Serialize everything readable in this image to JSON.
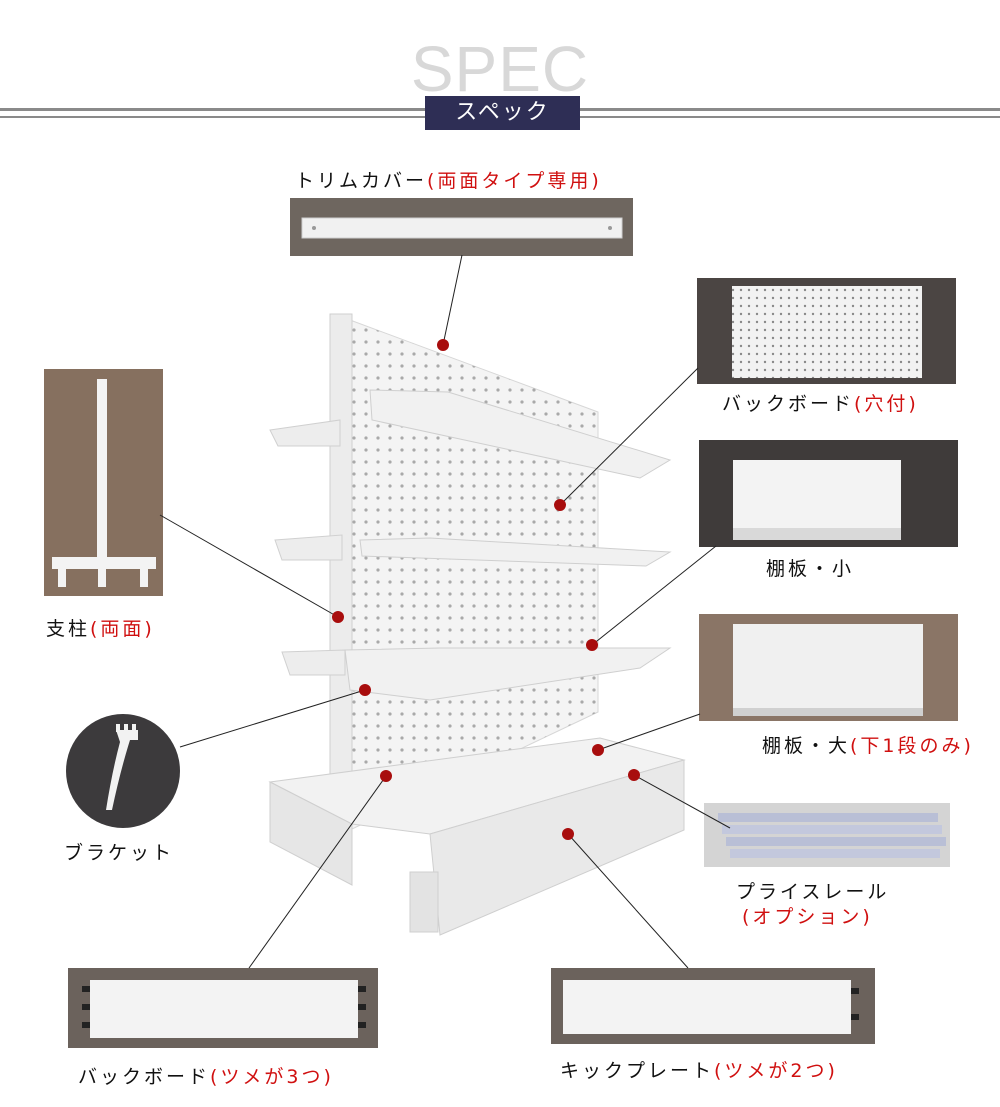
{
  "header": {
    "title_en": "SPEC",
    "title_jp": "スペック"
  },
  "labels": {
    "trim_cover": {
      "text": "トリムカバー",
      "note": "(両面タイプ専用)"
    },
    "back_board_holes": {
      "text": "バックボード",
      "note": "(穴付)"
    },
    "pillar": {
      "text": "支柱",
      "note": "(両面)"
    },
    "shelf_small": {
      "text": "棚板・小"
    },
    "shelf_large": {
      "text": "棚板・大",
      "note": "(下1段のみ)"
    },
    "bracket": {
      "text": "ブラケット"
    },
    "price_rail": {
      "text": "プライスレール",
      "note": "(オプション)"
    },
    "back_board_tabs": {
      "text": "バックボード",
      "note": "(ツメが3つ)"
    },
    "kick_plate": {
      "text": "キックプレート",
      "note": "(ツメが2つ)"
    }
  },
  "colors": {
    "accent_red": "#d01010",
    "badge_navy": "#2e2e55",
    "marker_dot": "#a80d0d"
  }
}
